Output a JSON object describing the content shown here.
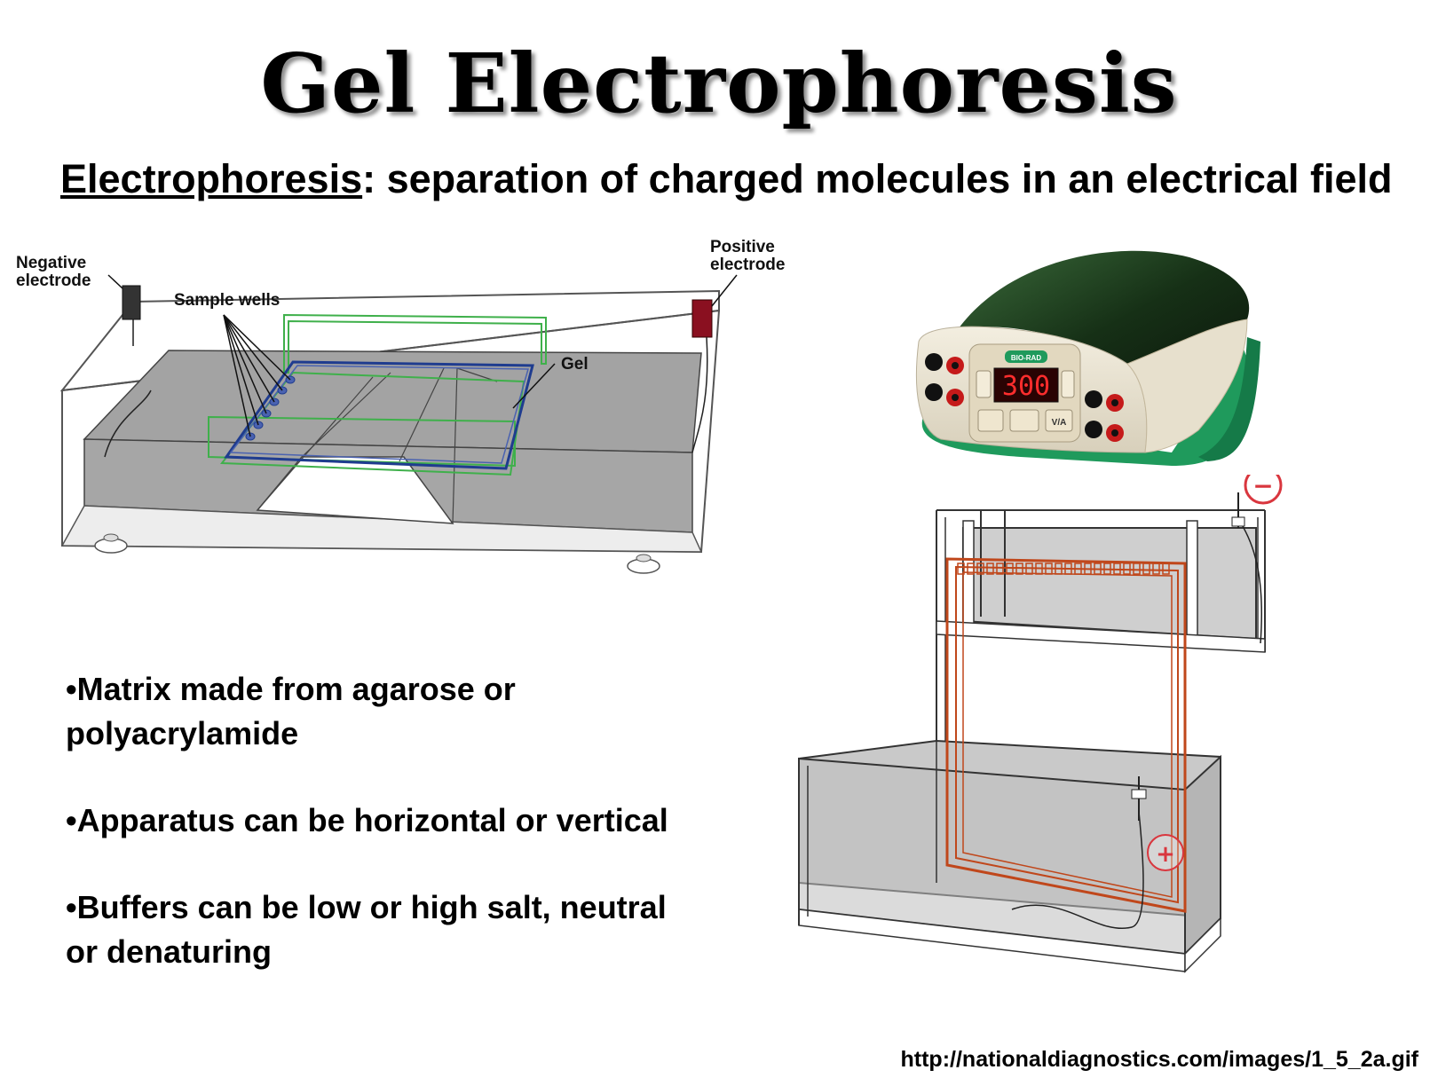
{
  "slide": {
    "title": "Gel Electrophoresis",
    "subtitle_term": "Electrophoresis",
    "subtitle_rest": ": separation of charged molecules in an electrical field",
    "bullets": [
      {
        "line1": "•Matrix made from agarose or",
        "line2": "polyacrylamide"
      },
      {
        "line1": "•Apparatus can be horizontal or vertical",
        "line2": ""
      },
      {
        "line1": "•Buffers can be low or high salt, neutral",
        "line2": "or denaturing"
      }
    ],
    "source_url": "http://nationaldiagnostics.com/images/1_5_2a.gif"
  },
  "horizontal_diagram": {
    "negative_label_1": "Negative",
    "negative_label_2": "electrode",
    "positive_label_1": "Positive",
    "positive_label_2": "electrode",
    "sample_wells_label": "Sample wells",
    "gel_label": "Gel"
  },
  "power_supply": {
    "brand": "BIO-RAD",
    "display": "300",
    "buttons": [
      "",
      "",
      "V/A"
    ]
  },
  "vertical_diagram": {
    "minus_symbol": "−",
    "plus_symbol": "+"
  },
  "colors": {
    "gel_gray": "#9a9a9a",
    "outline_blue": "#1f3c8f",
    "outline_green": "#3fb04b",
    "gel_orange": "#c0471b",
    "electrode_red": "#8a1020",
    "case_green": "#1f9a5c"
  }
}
